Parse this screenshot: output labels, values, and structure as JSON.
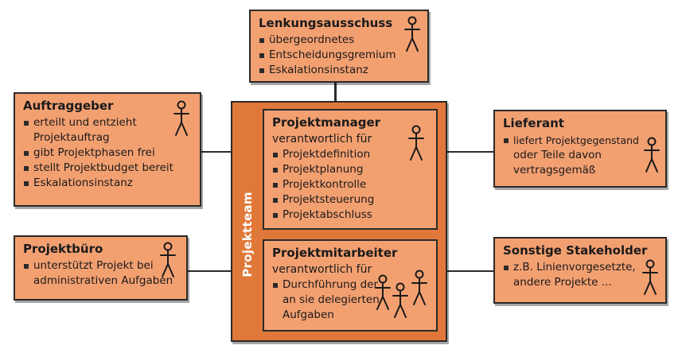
{
  "team_label": "Projektteam",
  "lenkung": {
    "title": "Lenkungsausschuss",
    "items": [
      "übergeordnetes",
      "Entscheidungsgremium",
      "Eskalationsinstanz"
    ]
  },
  "auftraggeber": {
    "title": "Auftraggeber",
    "items": [
      "erteilt und entzieht",
      "Projektauftrag",
      "gibt Projektphasen frei",
      "stellt Projektbudget bereit",
      "Eskalationsinstanz"
    ]
  },
  "projektbuero": {
    "title": "Projektbüro",
    "items": [
      "unterstützt Projekt bei",
      "administrativen Aufgaben"
    ]
  },
  "projektmanager": {
    "title": "Projektmanager",
    "subtitle": "verantwortlich für",
    "items": [
      "Projektdefinition",
      "Projektplanung",
      "Projektkontrolle",
      "Projektsteuerung",
      "Projektabschluss"
    ]
  },
  "projektmitarbeiter": {
    "title": "Projektmitarbeiter",
    "subtitle": "verantwortlich für",
    "items": [
      "Durchführung der",
      "an sie delegierten",
      "Aufgaben"
    ]
  },
  "lieferant": {
    "title": "Lieferant",
    "items": [
      "liefert Projektgegenstand",
      "oder Teile davon",
      "vertragsgemäß"
    ]
  },
  "sonstige": {
    "title": "Sonstige Stakeholder",
    "items": [
      "z.B. Linienvorgesetzte,",
      "andere Projekte ..."
    ]
  },
  "icons": {
    "person": "person-icon"
  },
  "colors": {
    "box": "#f3a071",
    "team": "#e0783a",
    "outline": "#2a2a2a"
  }
}
